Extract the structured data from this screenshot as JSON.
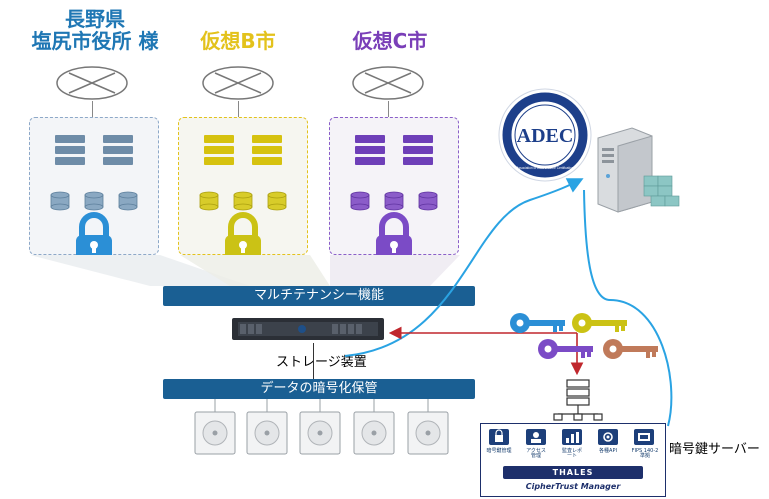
{
  "tenants": [
    {
      "title_line1": "長野県",
      "title_line2": "塩尻市役所 様",
      "color": "#1f77b4"
    },
    {
      "title_line1": "仮想B市",
      "title_line2": "",
      "color": "#e3c21c"
    },
    {
      "title_line1": "仮想C市",
      "title_line2": "",
      "color": "#7a3fb8"
    }
  ],
  "bars": {
    "multitenancy": "マルチテナンシー機能",
    "storage_device": "ストレージ装置",
    "encrypted_storage": "データの暗号化保管"
  },
  "adec_logo": {
    "text": "ADEC",
    "ring_text": "Association of Data Erasure Certification"
  },
  "key_server": {
    "label": "暗号鍵サーバー",
    "icons": [
      "暗号鍵管理",
      "アクセス管理",
      "監査レポート",
      "各種API",
      "FIPS 140-2準拠"
    ],
    "brand": "THALES",
    "product": "CipherTrust Manager"
  },
  "colors": {
    "tenant_a": "#1f77b4",
    "tenant_b": "#e3c21c",
    "tenant_c": "#7a3fb8",
    "key_brown": "#c07a5a",
    "bar": "#1a5f93",
    "arrow": "#c0272d",
    "connector": "#2aa3e3"
  }
}
